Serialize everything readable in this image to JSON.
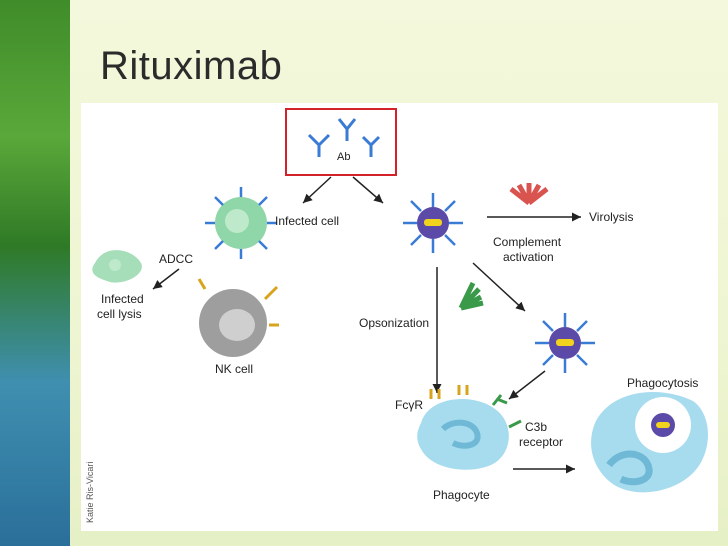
{
  "slide": {
    "title": "Rituximab",
    "credit": "Katie Ris-Vicari"
  },
  "diagram": {
    "ab": "Ab",
    "infected_cell": "Infected cell",
    "adcc": "ADCC",
    "infected_cell_lysis_1": "Infected",
    "infected_cell_lysis_2": "cell lysis",
    "nk_cell": "NK cell",
    "virolysis": "Virolysis",
    "complement_1": "Complement",
    "complement_2": "activation",
    "opsonization": "Opsonization",
    "fcgr": "FcγR",
    "c3b_1": "C3b",
    "c3b_2": "receptor",
    "phagocyte": "Phagocyte",
    "phagocytosis": "Phagocytosis"
  },
  "colors": {
    "highlight_box": "#d4222a",
    "infected_cell": "#8fd6a8",
    "nk_cell": "#9e9e9e",
    "virion": "#5b4aa8",
    "virion_core": "#f1d21c",
    "phagocyte": "#a7dcef",
    "complement_red": "#d9534f",
    "complement_green": "#3a9a4a",
    "receptor_gold": "#d8a41e"
  }
}
